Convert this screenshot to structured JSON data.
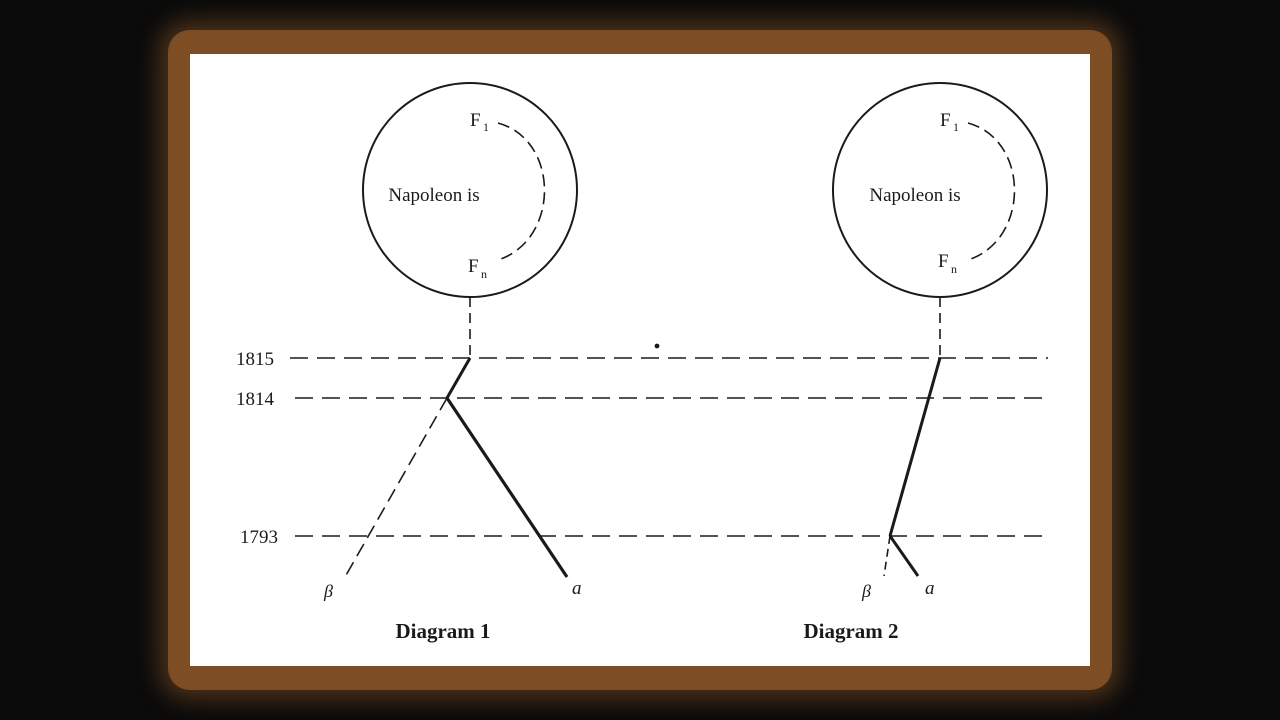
{
  "diagram1": {
    "circle_text": "Napoleon is",
    "f_top": "F",
    "f_top_sub": "1",
    "f_bottom": "F",
    "f_bottom_sub": "n",
    "label_beta": "β",
    "label_alpha": "a",
    "caption": "Diagram 1"
  },
  "diagram2": {
    "circle_text": "Napoleon is",
    "f_top": "F",
    "f_top_sub": "1",
    "f_bottom": "F",
    "f_bottom_sub": "n",
    "label_beta": "β",
    "label_alpha": "a",
    "caption": "Diagram 2"
  },
  "years": {
    "y1815": "1815",
    "y1814": "1814",
    "y1793": "1793"
  },
  "colors": {
    "frame": "#7d4e24",
    "ink": "#1a1a1a",
    "paper": "#ffffff"
  }
}
